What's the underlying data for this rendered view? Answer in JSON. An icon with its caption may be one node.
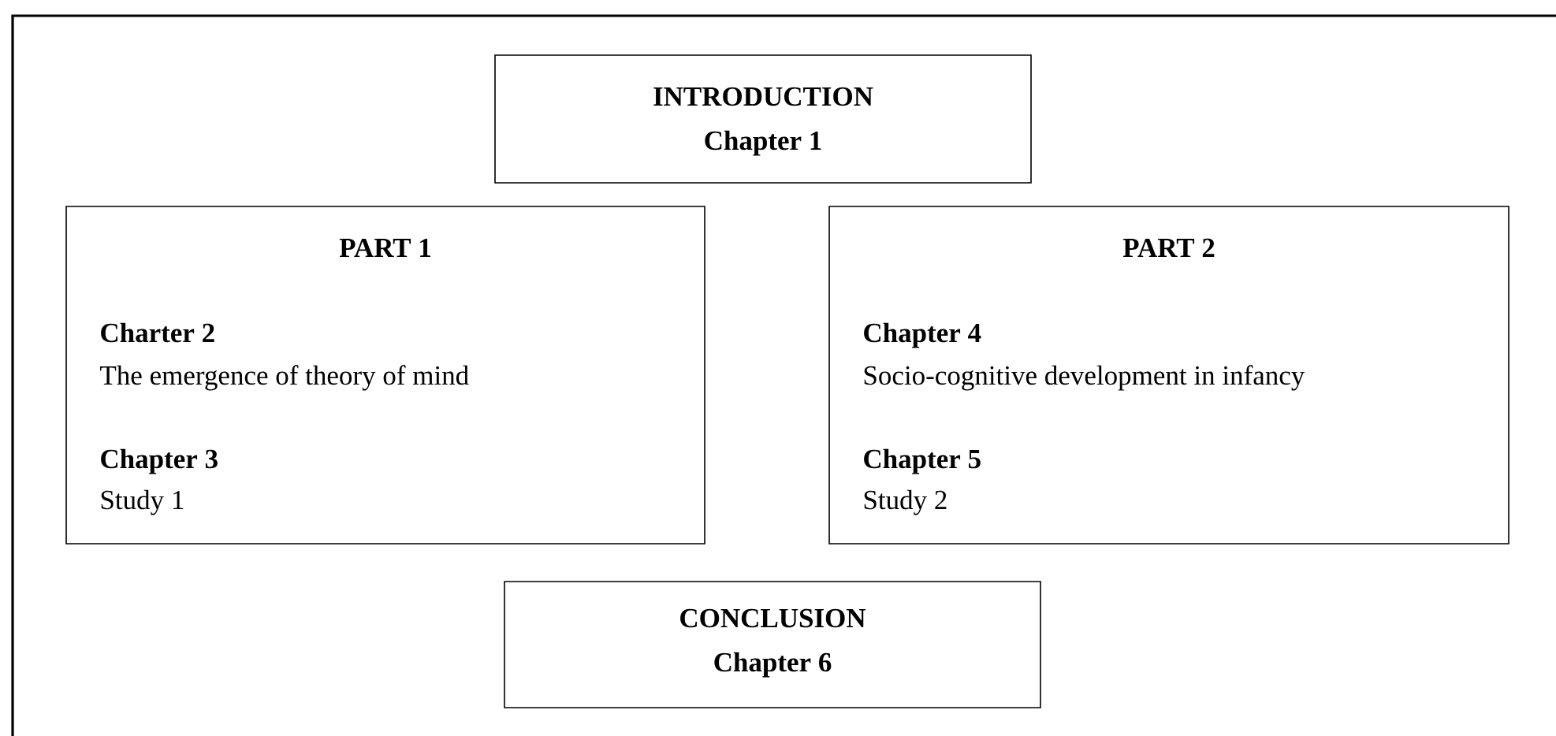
{
  "diagram": {
    "nodes": [
      {
        "text": [
          "INTRODUCTION",
          "Chapter 1"
        ]
      },
      {
        "text": [
          "PART 1",
          "Charter 2",
          "The emergence of theory of mind",
          "Chapter 3",
          "Study 1"
        ]
      },
      {
        "text": [
          "PART 2",
          "Chapter 4",
          "Socio-cognitive development in infancy",
          "Chapter 5",
          "Study 2"
        ]
      },
      {
        "text": [
          "CONCLUSION",
          "Chapter 6"
        ]
      }
    ]
  }
}
